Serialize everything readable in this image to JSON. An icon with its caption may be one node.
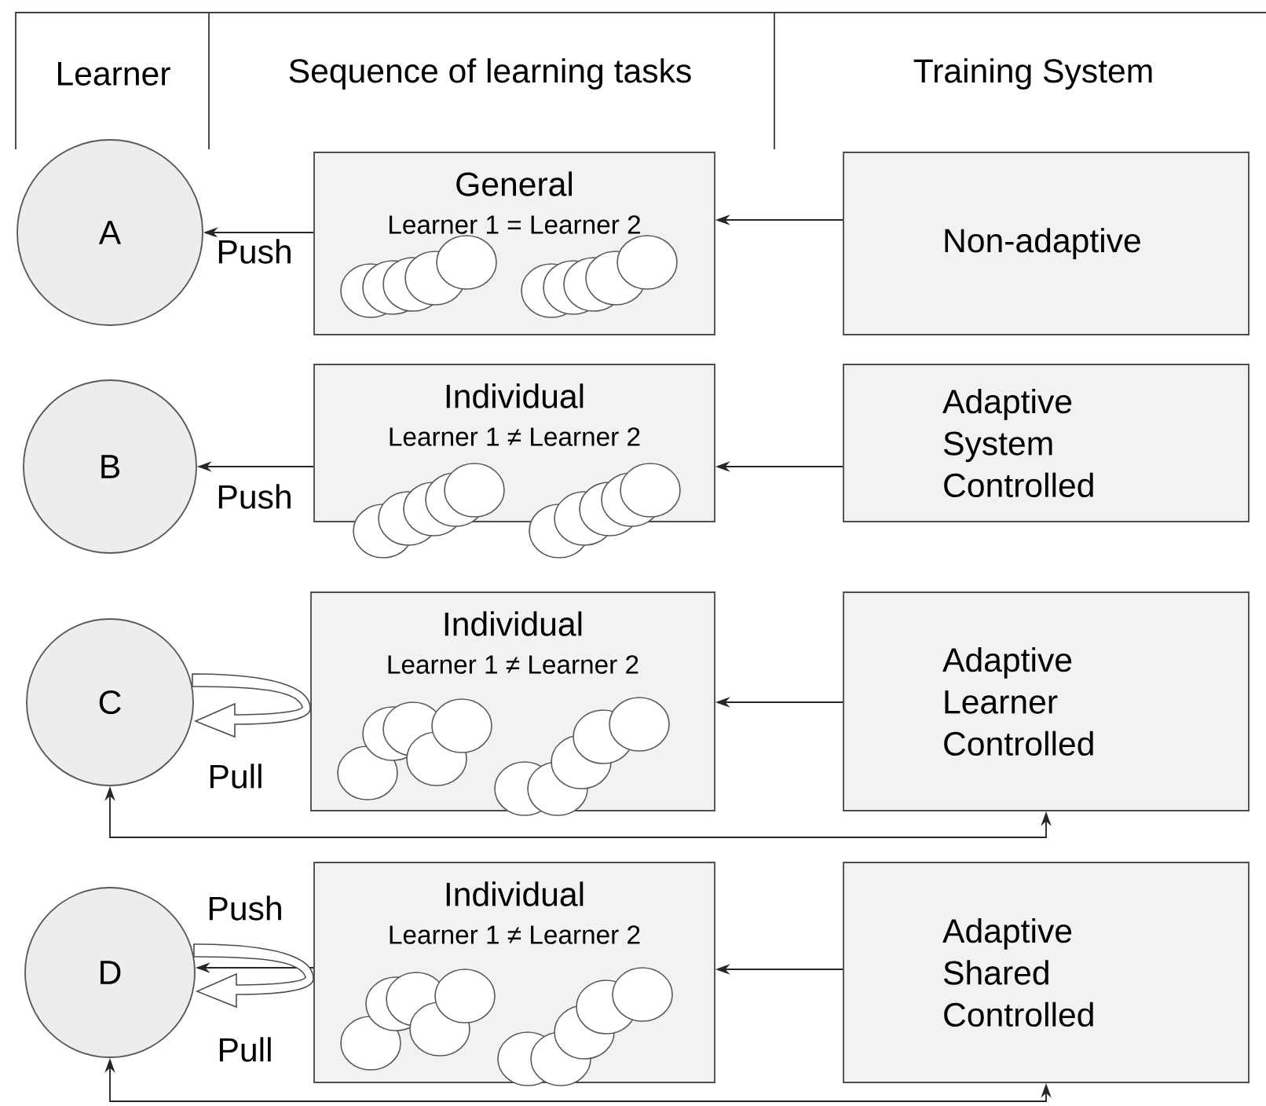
{
  "diagram": {
    "nodes": [
      {
        "text": [
          "A"
        ]
      },
      {
        "text": [
          "General",
          "Learner 1 = Learner 2"
        ]
      },
      {
        "text": [
          "Non-adaptive"
        ]
      },
      {
        "text": [
          "B"
        ]
      },
      {
        "text": [
          "Individual",
          "Learner 1 ≠ Learner 2"
        ]
      },
      {
        "text": [
          "Adaptive System Controlled"
        ]
      },
      {
        "text": [
          "C"
        ]
      },
      {
        "text": [
          "Individual",
          "Learner 1 ≠ Learner 2"
        ]
      },
      {
        "text": [
          "Adaptive Learner Controlled"
        ]
      },
      {
        "text": [
          "D"
        ]
      },
      {
        "text": [
          "Individual",
          "Learner 1 ≠ Learner 2"
        ]
      },
      {
        "text": [
          "Adaptive Shared Controlled"
        ]
      }
    ],
    "edges": [
      {
        "from": 2,
        "to": 1,
        "arrow": "to"
      },
      {
        "from": 1,
        "to": 0,
        "arrow": "to",
        "label": "Push"
      },
      {
        "from": 5,
        "to": 4,
        "arrow": "to"
      },
      {
        "from": 4,
        "to": 3,
        "arrow": "to",
        "label": "Push"
      },
      {
        "from": 8,
        "to": 7,
        "arrow": "to"
      },
      {
        "from": 7,
        "to": 6,
        "arrow": "to",
        "label": "Pull",
        "style": "thick"
      },
      {
        "from": 6,
        "to": 8,
        "arrow": "both"
      },
      {
        "from": 11,
        "to": 10,
        "arrow": "to"
      },
      {
        "from": 10,
        "to": 9,
        "arrow": "to",
        "label": "Push"
      },
      {
        "from": 10,
        "to": 9,
        "arrow": "to",
        "label": "Pull",
        "style": "thick"
      },
      {
        "from": 9,
        "to": 11,
        "arrow": "both"
      }
    ],
    "labels": [
      "Learner",
      "Sequence of learning tasks",
      "Training System"
    ]
  }
}
